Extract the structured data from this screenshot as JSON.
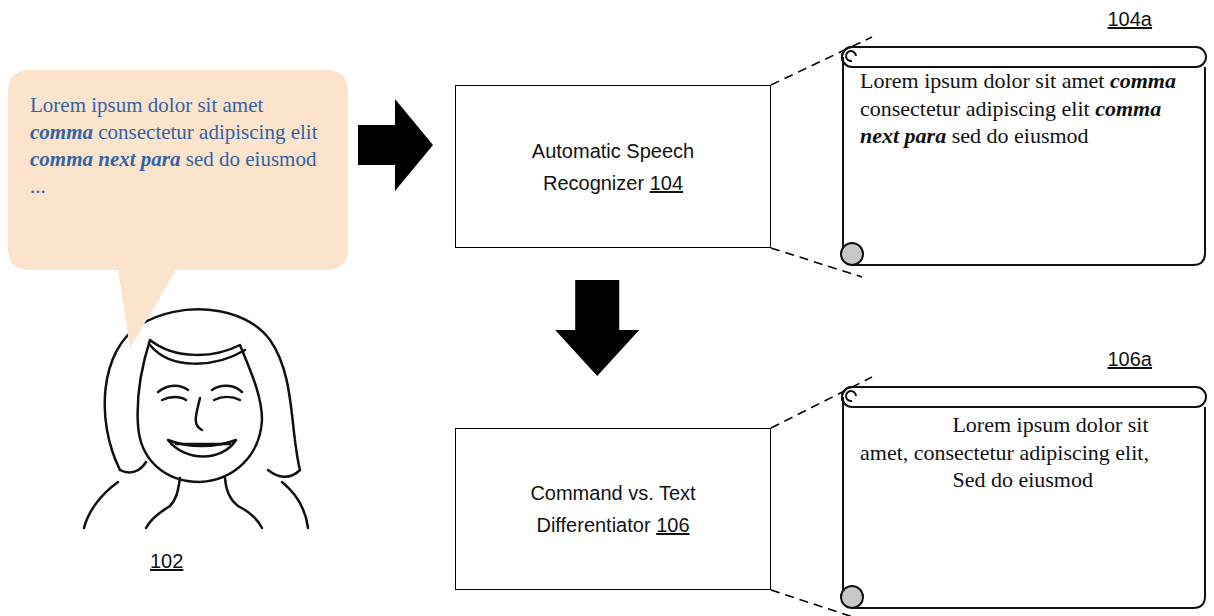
{
  "diagram": {
    "nodes": [
      {
        "text": [
          "Lorem ipsum dolor sit amet",
          "comma",
          "consectetur adipiscing elit",
          "comma next para",
          "sed do eiusmod ..."
        ]
      },
      {
        "text": [
          "Automatic Speech Recognizer",
          "104"
        ]
      },
      {
        "text": [
          "104a",
          "Lorem ipsum dolor sit amet",
          "comma",
          "consectetur adipiscing elit",
          "comma next para",
          "sed do eiusmod"
        ]
      },
      {
        "text": [
          "Command vs. Text Differentiator",
          "106"
        ]
      },
      {
        "text": [
          "106a",
          "Lorem ipsum dolor sit amet, consectetur adipiscing elit,",
          "Sed do eiusmod"
        ]
      }
    ],
    "edges": [
      {
        "from": 0,
        "to": 1,
        "arrow": "to"
      },
      {
        "from": 1,
        "to": 3,
        "arrow": "to"
      },
      {
        "from": 1,
        "to": 2,
        "arrow": "none"
      },
      {
        "from": 3,
        "to": 4,
        "arrow": "none"
      }
    ],
    "labels": [
      "102"
    ]
  }
}
